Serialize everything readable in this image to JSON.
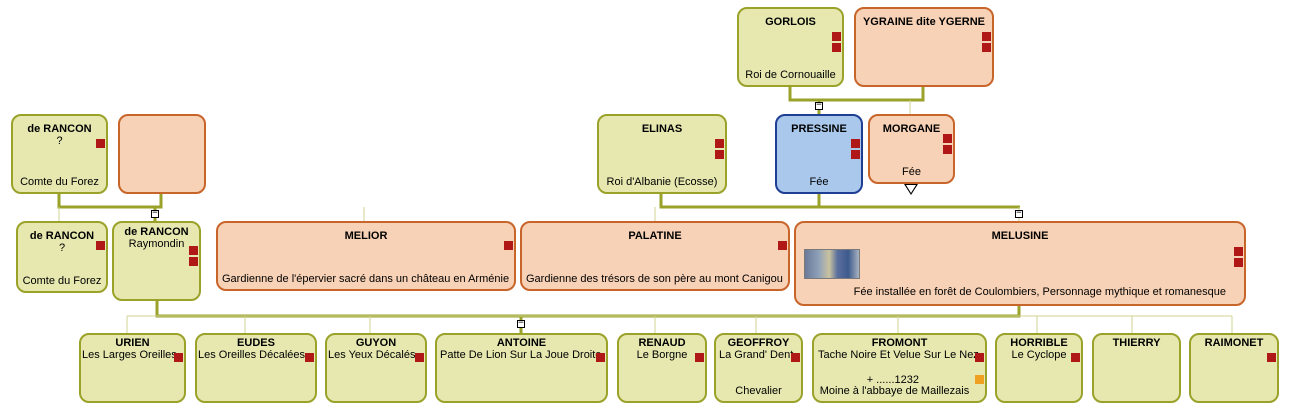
{
  "nodes": {
    "gorlois": {
      "name": "GORLOIS",
      "sub": "",
      "bottom": "Roi de Cornouaille"
    },
    "ygraine": {
      "name": "YGRAINE dite YGERNE",
      "sub": "",
      "bottom": ""
    },
    "rancon_gf": {
      "name": "de RANCON",
      "sub": "?",
      "bottom": "Comte du Forez"
    },
    "rancon_gm": {
      "name": "",
      "sub": "",
      "bottom": ""
    },
    "elinas": {
      "name": "ELINAS",
      "sub": "",
      "bottom": "Roi d'Albanie (Ecosse)"
    },
    "pressine": {
      "name": "PRESSINE",
      "sub": "",
      "bottom": "Fée"
    },
    "morgane": {
      "name": "MORGANE",
      "sub": "",
      "bottom": "Fée"
    },
    "rancon_f1": {
      "name": "de RANCON",
      "sub": "?",
      "bottom": "Comte du Forez"
    },
    "raymondin": {
      "name": "de RANCON",
      "sub": "Raymondin",
      "bottom": ""
    },
    "melior": {
      "name": "MELIOR",
      "sub": "",
      "bottom": "Gardienne de l'épervier sacré dans un château en Arménie"
    },
    "palatine": {
      "name": "PALATINE",
      "sub": "",
      "bottom": "Gardienne des trésors de son père au mont Canigou"
    },
    "melusine": {
      "name": "MELUSINE",
      "sub": "",
      "bottom": "Fée installée en forêt de Coulombiers, Personnage mythique et romanesque"
    },
    "urien": {
      "name": "URIEN",
      "sub": "Les Larges Oreilles",
      "bottom": ""
    },
    "eudes": {
      "name": "EUDES",
      "sub": "Les Oreilles Décalées",
      "bottom": ""
    },
    "guyon": {
      "name": "GUYON",
      "sub": "Les Yeux Décalés",
      "bottom": ""
    },
    "antoine": {
      "name": "ANTOINE",
      "sub": "Patte De Lion Sur La Joue Droite",
      "bottom": ""
    },
    "renaud": {
      "name": "RENAUD",
      "sub": "Le Borgne",
      "bottom": ""
    },
    "geoffroy": {
      "name": "GEOFFROY",
      "sub": "La Grand' Dent",
      "bottom": "Chevalier"
    },
    "fromont": {
      "name": "FROMONT",
      "sub": "Tache Noire Et Velue Sur Le Nez",
      "birth": "+ ......1232",
      "bottom": "Moine à l'abbaye de Maillezais"
    },
    "horrible": {
      "name": "HORRIBLE",
      "sub": "Le Cyclope",
      "bottom": ""
    },
    "thierry": {
      "name": "THIERRY",
      "sub": "",
      "bottom": ""
    },
    "raimonet": {
      "name": "RAIMONET",
      "sub": "",
      "bottom": ""
    }
  },
  "controls": {
    "collapse_symbol": "−"
  },
  "colors": {
    "male_fill": "#e6e8b0",
    "male_border": "#9aa22a",
    "female_fill": "#f8d2b6",
    "female_border": "#c8652a",
    "selected_fill": "#a9c8ec",
    "selected_border": "#1f3f94",
    "link_line": "#9aa22a",
    "marker": "#b01818"
  },
  "icons": {
    "collapse": "minus-box-icon",
    "expand": "triangle-down-icon",
    "marker": "red-square-icon",
    "photo": "portrait-thumbnail-icon"
  }
}
